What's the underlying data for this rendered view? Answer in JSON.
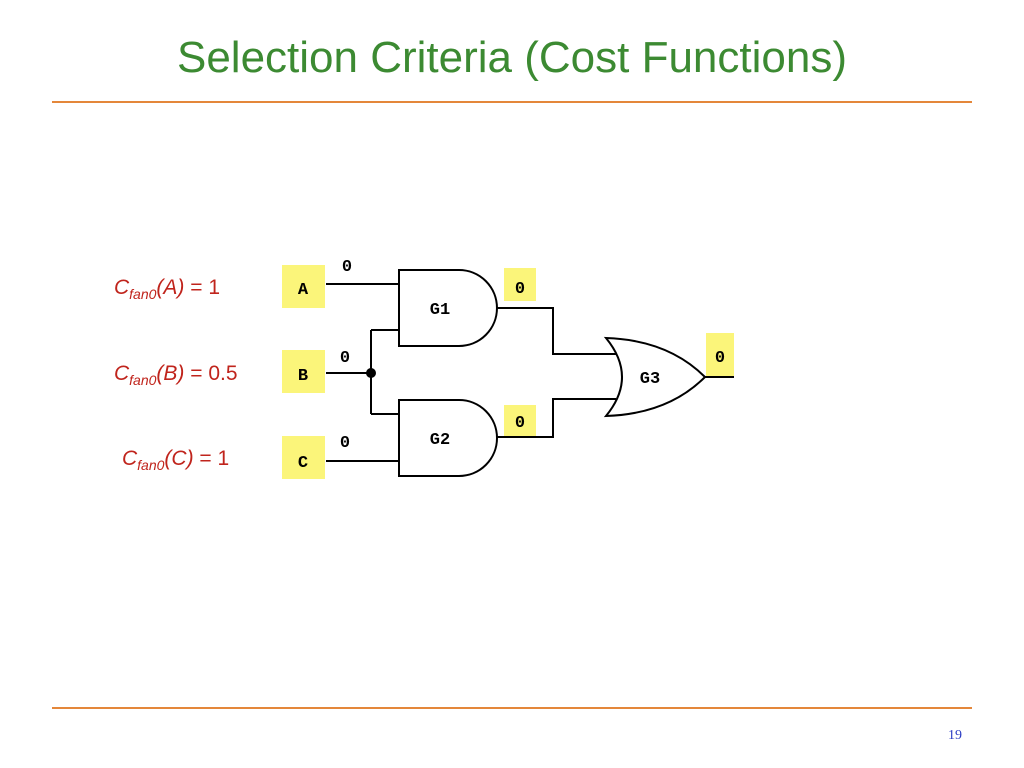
{
  "slide": {
    "title": "Selection Criteria (Cost Functions)",
    "page_number": "19"
  },
  "colors": {
    "title": "#3c8a32",
    "rule": "#e4873a",
    "cost_text": "#c0241c",
    "highlight": "#fbf57a",
    "wire": "#000000",
    "page_number": "#2b3cc4"
  },
  "cost_labels": [
    {
      "c": "C",
      "sub": "fan0",
      "arg": "(A)",
      "value": " = 1"
    },
    {
      "c": "C",
      "sub": "fan0",
      "arg": "(B)",
      "value": " = 0.5"
    },
    {
      "c": "C",
      "sub": "fan0",
      "arg": "(C)",
      "value": " = 1"
    }
  ],
  "inputs": {
    "a": "A",
    "b": "B",
    "c": "C"
  },
  "gates": {
    "g1": {
      "label": "G1",
      "type": "AND"
    },
    "g2": {
      "label": "G2",
      "type": "AND"
    },
    "g3": {
      "label": "G3",
      "type": "OR"
    }
  },
  "signal_values": {
    "a_wire": "0",
    "b_wire": "0",
    "c_wire": "0",
    "g1_out": "0",
    "g2_out": "0",
    "g3_out": "0"
  }
}
